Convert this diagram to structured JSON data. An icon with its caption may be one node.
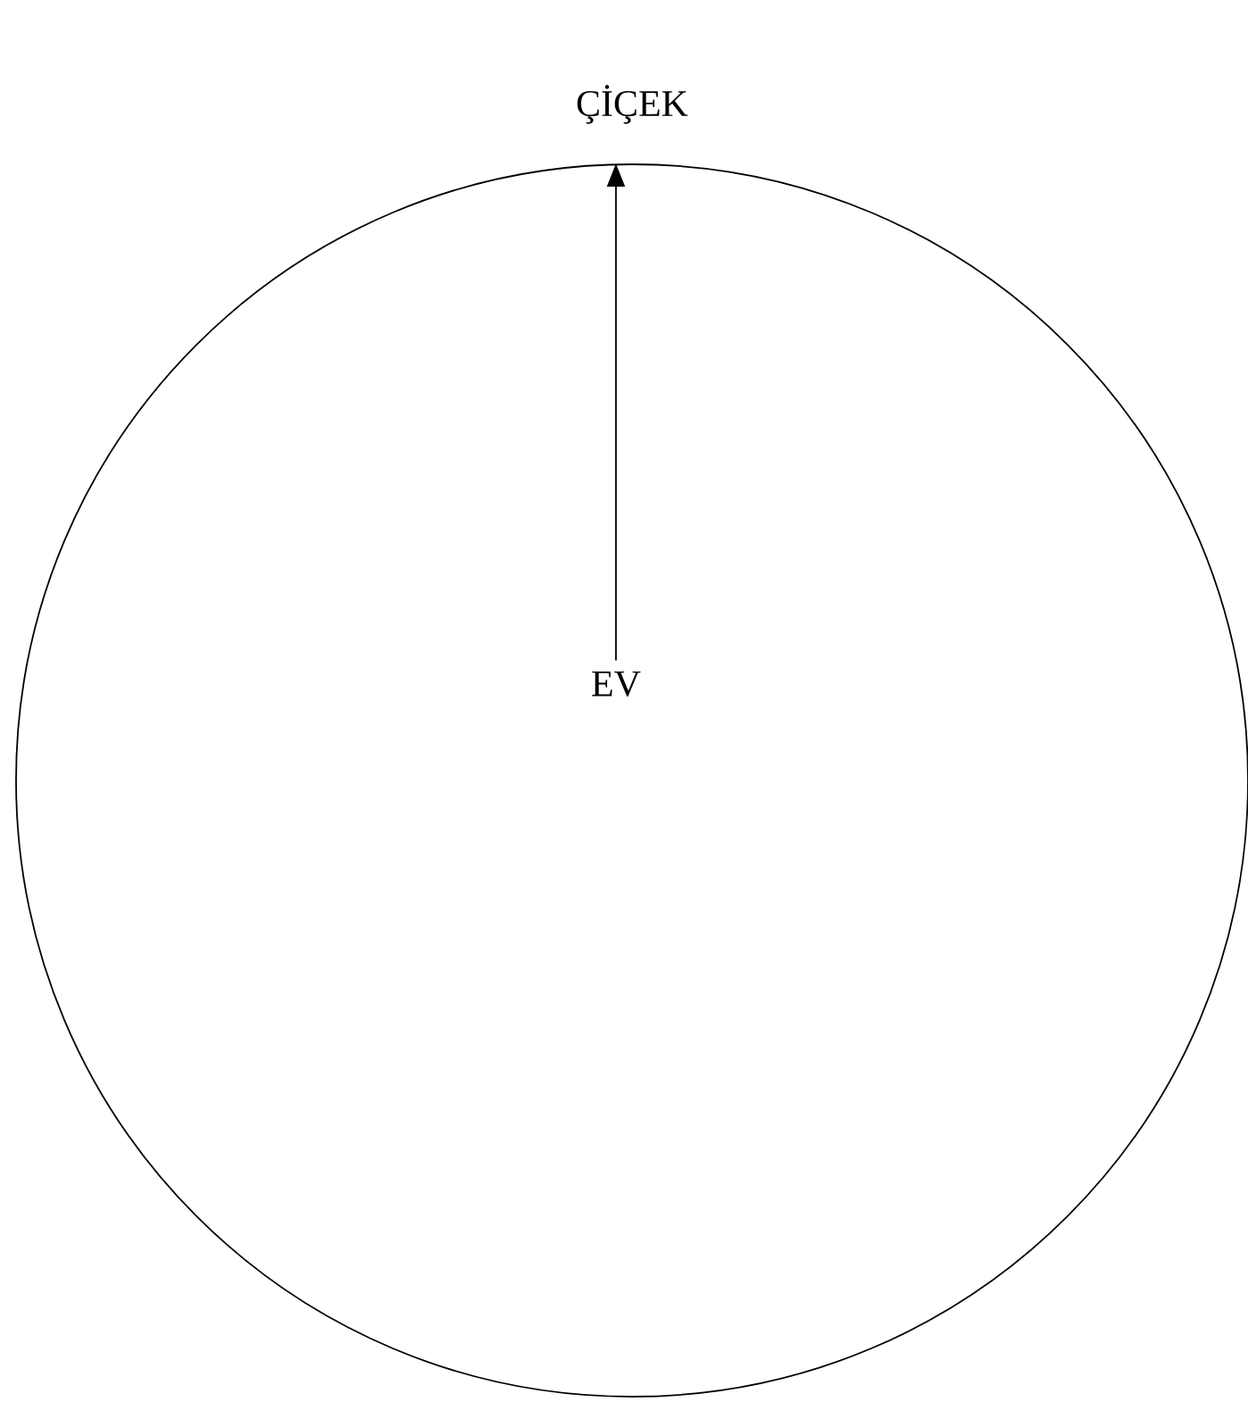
{
  "diagram": {
    "nodes": [
      {
        "text": [
          "ÇİÇEK"
        ]
      },
      {
        "text": [
          "EV"
        ],
        "in": 0
      }
    ],
    "edges": [
      {
        "from": 1,
        "to": 0,
        "arrow": "to"
      }
    ]
  }
}
